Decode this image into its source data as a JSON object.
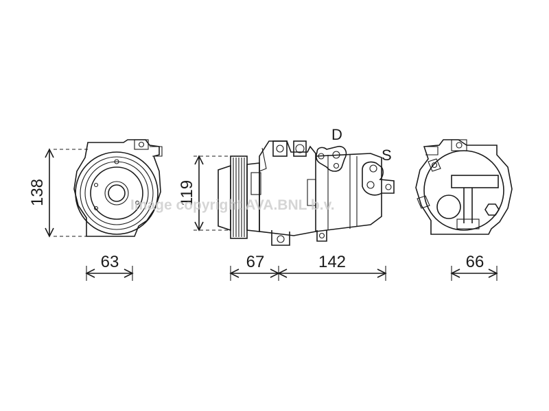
{
  "drawing": {
    "dimensions": {
      "front_height": "138",
      "side_height": "119",
      "front_width": "63",
      "clutch_length": "67",
      "body_length": "142",
      "rear_width": "66"
    },
    "ports": {
      "discharge": "D",
      "suction": "S"
    },
    "watermark": "Image copyright AVA.BNL b.v."
  }
}
